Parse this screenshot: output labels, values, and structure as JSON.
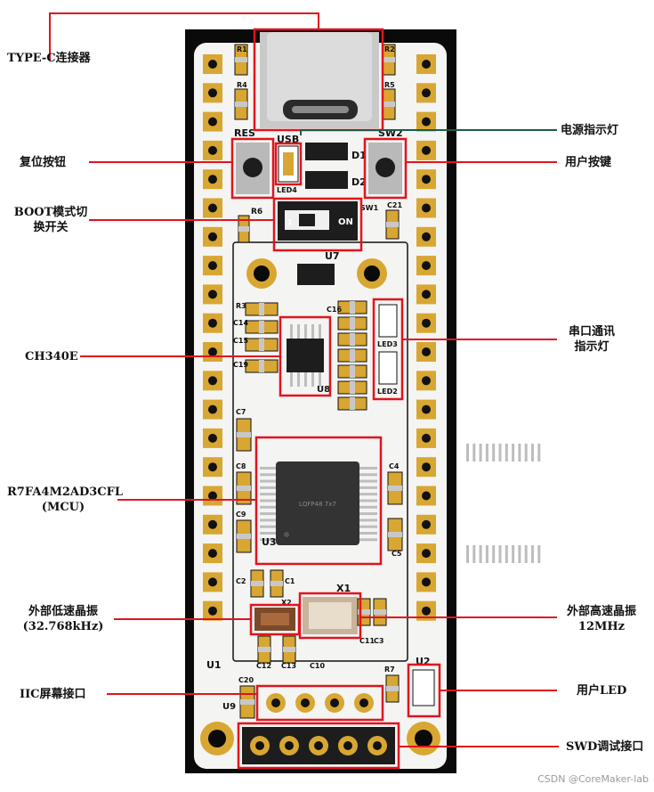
{
  "labels": {
    "type_c": "TYPE-C连接器",
    "power_led": "电源指示灯",
    "reset_btn": "复位按钮",
    "user_btn": "用户按键",
    "boot_switch_l1": "BOOT模式切",
    "boot_switch_l2": "换开关",
    "ch340": "CH340E",
    "serial_led_l1": "串口通讯",
    "serial_led_l2": "指示灯",
    "mcu_l1": "R7FA4M2AD3CFL",
    "mcu_l2": "(MCU)",
    "lse_l1": "外部低速晶振",
    "lse_l2": "(32.768kHz)",
    "hse_l1": "外部高速晶振",
    "hse_l2": "12MHz",
    "iic": "IIC屏幕接口",
    "user_led": "用户LED",
    "swd": "SWD调试接口"
  },
  "silkscreen": {
    "usb": "USB",
    "res": "RES",
    "sw2": "SW2",
    "led4": "LED4",
    "d1": "D1",
    "d2": "D2",
    "r6": "R6",
    "on": "ON",
    "sw_1": "1",
    "sw1": "SW1",
    "u7": "U7",
    "r3": "R3",
    "c14": "C14",
    "c15": "C15",
    "c19": "C19",
    "c16": "C16",
    "led3": "LED3",
    "led2": "LED2",
    "u8": "U8",
    "c7": "C7",
    "c8": "C8",
    "c9": "C9",
    "c4": "C4",
    "c5": "C5",
    "u3": "U3",
    "chip": "LQFP48 7x7",
    "c2": "C2",
    "c1": "C1",
    "x1": "X1",
    "x2": "X2",
    "c11": "C11",
    "c3": "C3",
    "c12": "C12",
    "c13": "C13",
    "c10": "C10",
    "u1": "U1",
    "u2": "U2",
    "r7": "R7",
    "c20": "C20",
    "u9": "U9",
    "r1": "R1",
    "r2": "R2",
    "r4": "R4",
    "r5": "R5",
    "c21": "C21"
  },
  "watermark": "CSDN @CoreMaker-lab",
  "colors": {
    "board": "#0a0a0a",
    "pcb_white": "#f4f4f2",
    "gold": "#d8a632",
    "highlight_red": "#e0141e",
    "leader_green": "#1c5a4a"
  }
}
